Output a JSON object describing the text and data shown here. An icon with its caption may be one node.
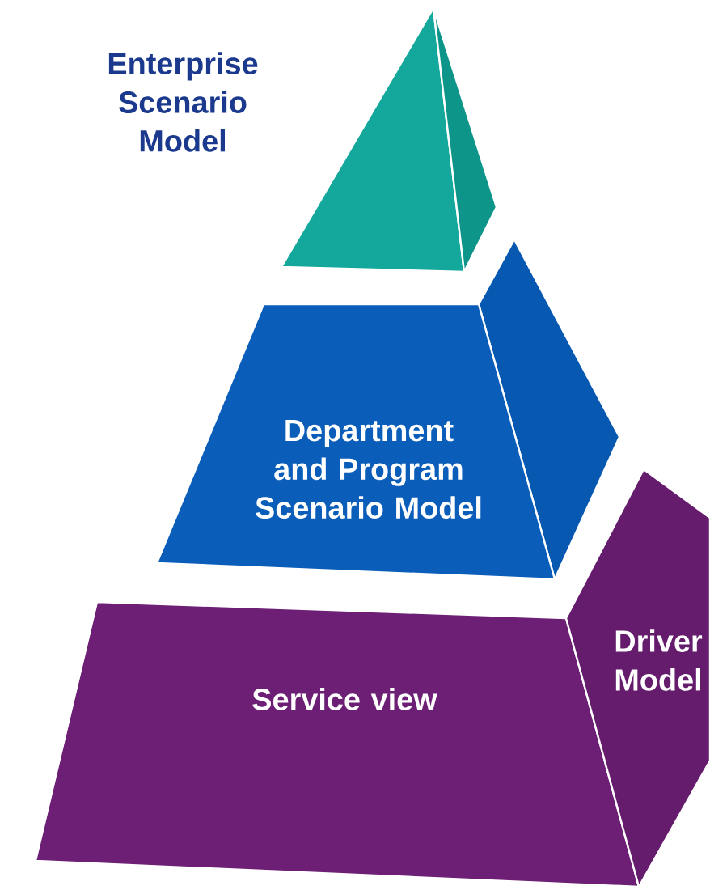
{
  "diagram": {
    "nodes": [
      {
        "text": [
          "Enterprise Scenario Model"
        ]
      },
      {
        "text": [
          "Department and Program Scenario Model"
        ]
      },
      {
        "text": [
          "Service view"
        ]
      },
      {
        "text": [
          "Driver Model"
        ]
      }
    ]
  }
}
